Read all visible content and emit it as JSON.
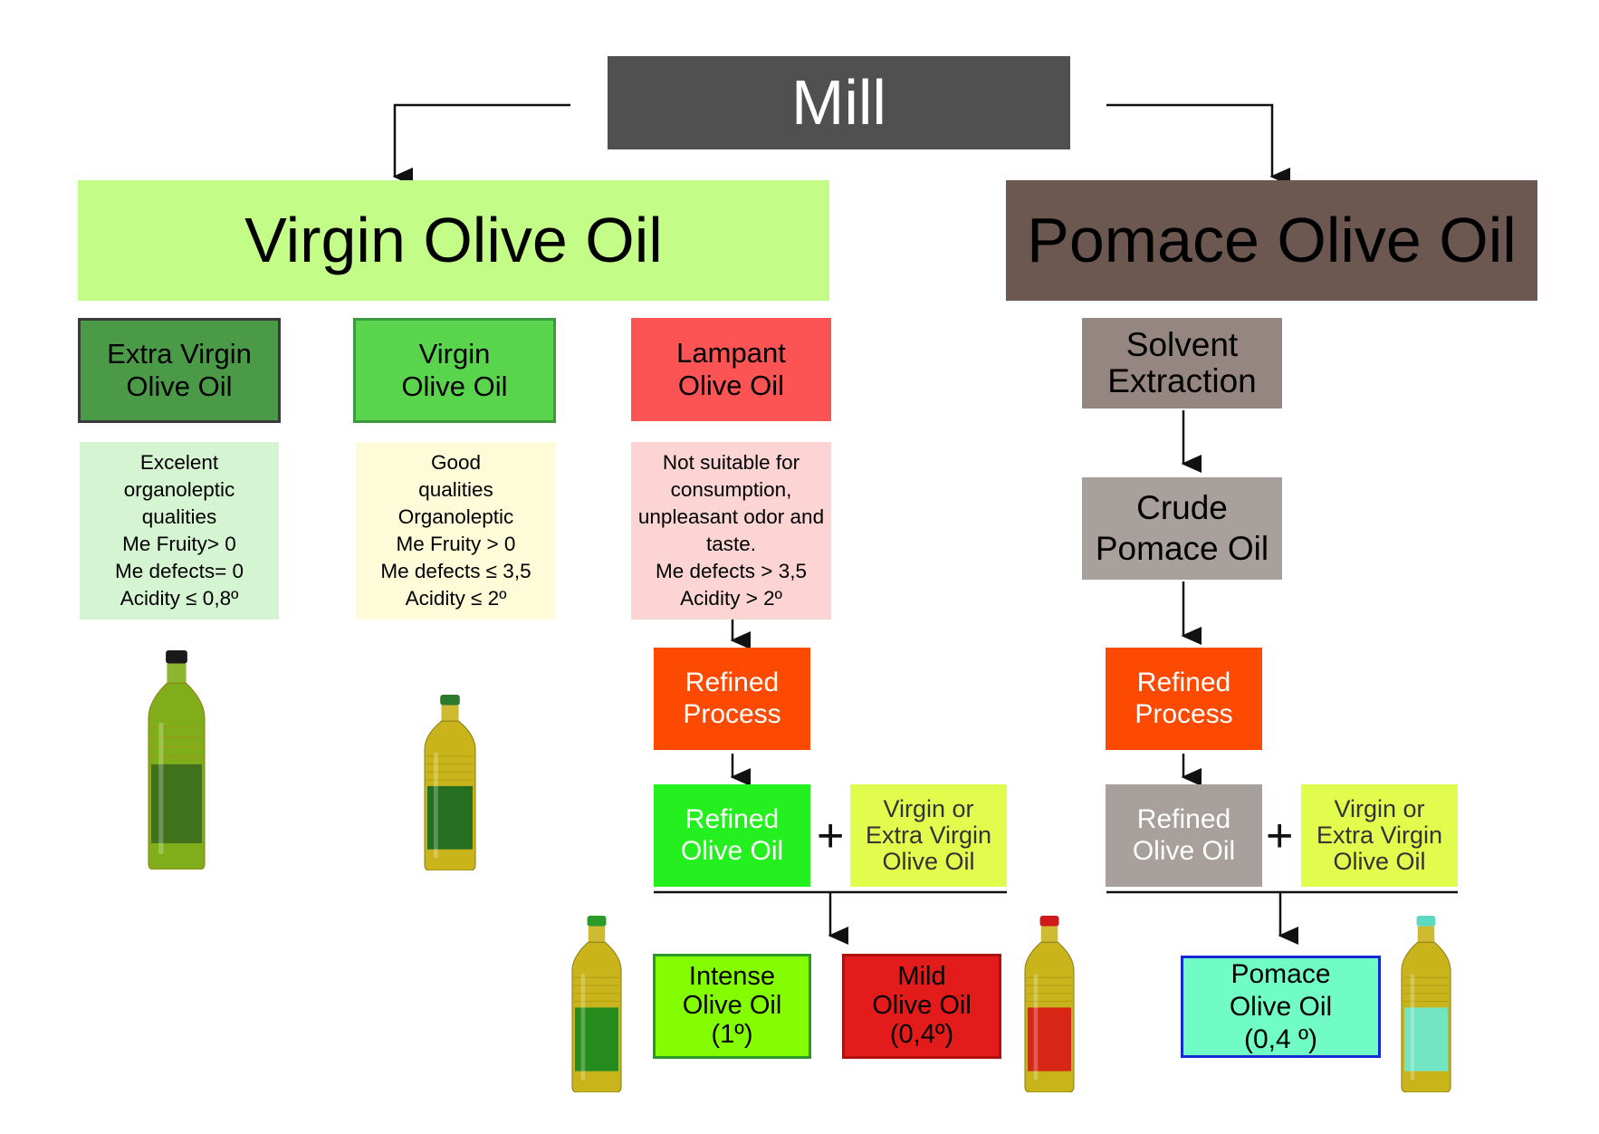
{
  "mill": {
    "label": "Mill",
    "color": "#505050"
  },
  "virgin": {
    "label": "Virgin Olive Oil",
    "color": "#c3fd88"
  },
  "pomace": {
    "label": "Pomace Olive Oil",
    "color": "#6c5850"
  },
  "categories": {
    "extra_virgin": {
      "title": [
        "Extra Virgin",
        "Olive Oil"
      ],
      "color": "#4a9a48",
      "desc": [
        "Excelent",
        "organoleptic",
        "qualities",
        "Me Fruity> 0",
        "Me defects= 0",
        "Acidity ≤ 0,8º"
      ],
      "desc_color": "#d4f4d2"
    },
    "virgin": {
      "title": [
        "Virgin",
        "Olive Oil"
      ],
      "color": "#5ad44c",
      "desc": [
        "Good",
        "qualities",
        "Organoleptic",
        "Me Fruity > 0",
        "Me defects ≤ 3,5",
        "Acidity ≤ 2º"
      ],
      "desc_color": "#fefcd8"
    },
    "lampant": {
      "title": [
        "Lampant",
        "Olive Oil"
      ],
      "color": "#fc5454",
      "desc": [
        "Not suitable for",
        "consumption,",
        "unpleasant odor and",
        "taste.",
        "Me defects > 3,5",
        "Acidity  > 2º"
      ],
      "desc_color": "#fdd4d4"
    }
  },
  "virgin_refining": {
    "process": [
      "Refined",
      "Process"
    ],
    "refined": [
      "Refined",
      "Olive Oil"
    ],
    "blend": [
      "Virgin or",
      "Extra Virgin",
      "Olive Oil"
    ],
    "plus": "+",
    "intense": [
      "Intense",
      "Olive Oil",
      "(1º)"
    ],
    "mild": [
      "Mild",
      "Olive Oil",
      "(0,4º)"
    ]
  },
  "pomace_chain": {
    "solvent": [
      "Solvent",
      "Extraction"
    ],
    "crude": [
      "Crude",
      "Pomace Oil"
    ],
    "process": [
      "Refined",
      "Process"
    ],
    "refined": [
      "Refined",
      "Olive Oil"
    ],
    "blend": [
      "Virgin or",
      "Extra Virgin",
      "Olive Oil"
    ],
    "plus": "+",
    "final": [
      "Pomace",
      "Olive Oil",
      "(0,4 º)"
    ]
  },
  "colors": {
    "refined_process": "#fd4a02",
    "refined_olive_oil": "#23f01e",
    "blend": "#e2fc4e",
    "intense": "#84fc02",
    "mild": "#e31b1b",
    "pomace_gray": "#958681",
    "crude_gray": "#a7a09c",
    "pomace_final": "#70fcc4",
    "pomace_final_border": "#1428d4",
    "oil": "#c9b41c"
  },
  "bottles": [
    {
      "cap": "#1a1a1a",
      "label_color": "#3d6e1e",
      "body": "#7fae1a",
      "name": "extra-virgin-bottle"
    },
    {
      "cap": "#2c7a2c",
      "label_color": "#1c6b22",
      "body": "#c9b41c",
      "name": "virgin-bottle"
    },
    {
      "cap": "#2a9a2a",
      "label_color": "#1e8a1e",
      "body": "#c9b41c",
      "name": "intense-bottle"
    },
    {
      "cap": "#d11a1a",
      "label_color": "#d81e16",
      "body": "#c9b41c",
      "name": "mild-bottle"
    },
    {
      "cap": "#5ed8c0",
      "label_color": "#6ee8cc",
      "body": "#c9b41c",
      "name": "pomace-bottle"
    }
  ]
}
